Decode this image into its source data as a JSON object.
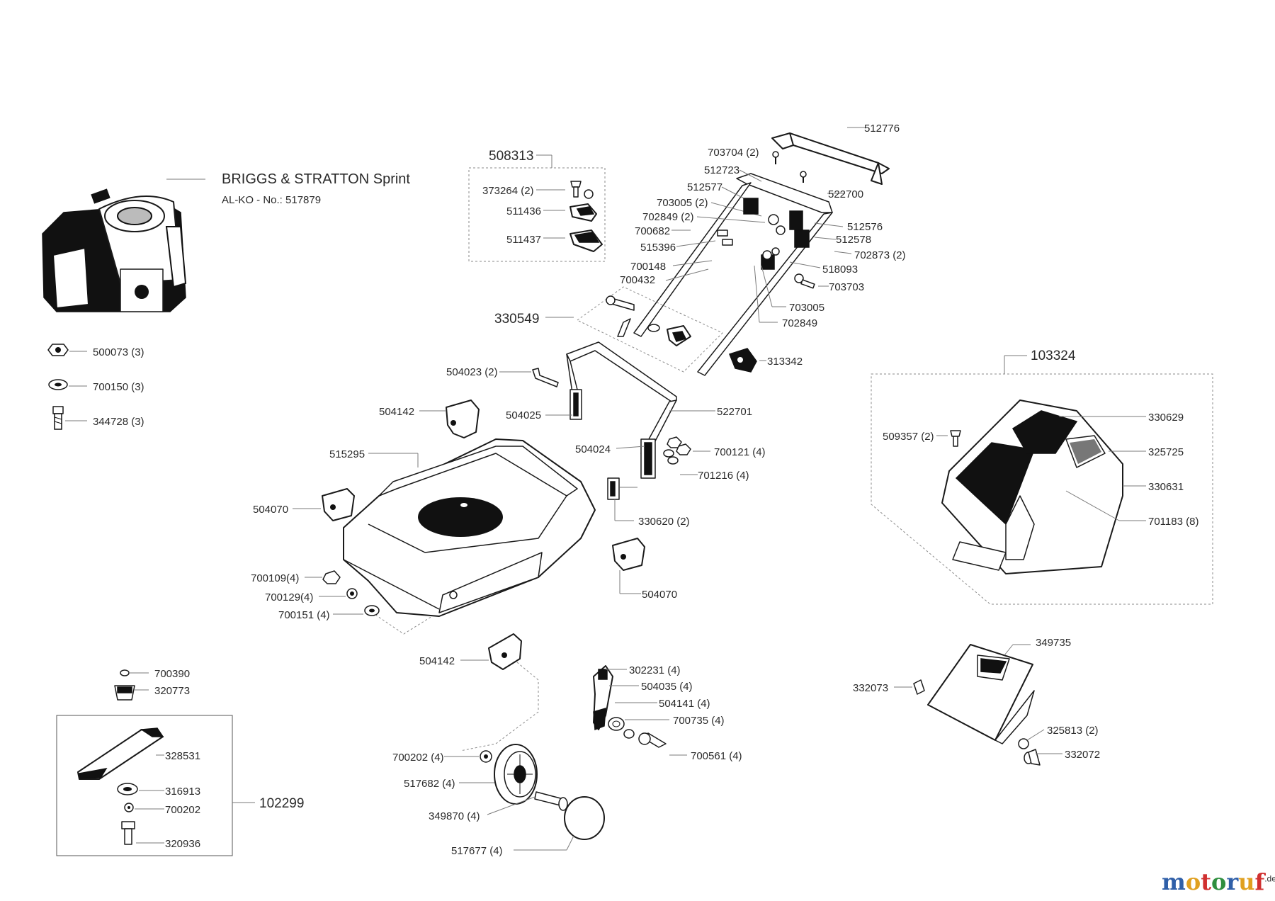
{
  "engine": {
    "title": "BRIGGS & STRATTON Sprint",
    "subtitle": "AL-KO - No.: 517879"
  },
  "groups": {
    "g508313": "508313",
    "g330549": "330549",
    "g103324": "103324",
    "g102299": "102299"
  },
  "labels": {
    "p500073": "500073 (3)",
    "p700150": "700150 (3)",
    "p344728": "344728 (3)",
    "p373264": "373264 (2)",
    "p511436": "511436",
    "p511437": "511437",
    "p703704": "703704 (2)",
    "p512776": "512776",
    "p512723": "512723",
    "p512577": "512577",
    "p703005a": "703005 (2)",
    "p702849a": "702849 (2)",
    "p700682": "700682",
    "p515396": "515396",
    "p522700": "522700",
    "p512576": "512576",
    "p512578": "512578",
    "p702873": "702873 (2)",
    "p518093": "518093",
    "p703703": "703703",
    "p700148": "700148",
    "p700432": "700432",
    "p703005b": "703005",
    "p702849b": "702849",
    "p313342": "313342",
    "p504023": "504023 (2)",
    "p504142a": "504142",
    "p504025": "504025",
    "p522701": "522701",
    "p504024": "504024",
    "p700121": "700121 (4)",
    "p701216": "701216 (4)",
    "p515295": "515295",
    "p504070a": "504070",
    "p330620": "330620 (2)",
    "p700109": "700109(4)",
    "p700129": "700129(4)",
    "p700151": "700151 (4)",
    "p504070b": "504070",
    "p504142b": "504142",
    "p302231": "302231 (4)",
    "p504035": "504035 (4)",
    "p504141": "504141 (4)",
    "p700735": "700735 (4)",
    "p700561": "700561 (4)",
    "p700202a": "700202 (4)",
    "p517682": "517682 (4)",
    "p349870": "349870 (4)",
    "p517677": "517677  (4)",
    "p700390": "700390",
    "p320773": "320773",
    "p328531": "328531",
    "p316913": "316913",
    "p700202b": "700202",
    "p320936": "320936",
    "p509357": "509357 (2)",
    "p330629": "330629",
    "p325725": "325725",
    "p330631": "330631",
    "p701183": "701183 (8)",
    "p349735": "349735",
    "p332073": "332073",
    "p325813": "325813 (2)",
    "p332072": "332072"
  },
  "brand": {
    "logo_parts": [
      "m",
      "o",
      "t",
      "o",
      "r",
      "u",
      "f"
    ],
    "logo_colors": [
      "#2f5fa8",
      "#e0a020",
      "#d03030",
      "#2f8f3f",
      "#2f5fa8",
      "#e0a020",
      "#d03030"
    ],
    "logo_suffix": ".de"
  }
}
